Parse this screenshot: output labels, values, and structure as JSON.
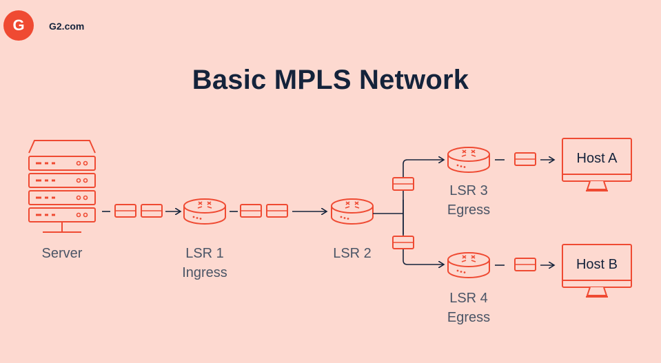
{
  "brand": {
    "logo_text": "G",
    "site": "G2.com"
  },
  "title": "Basic MPLS Network",
  "nodes": {
    "server": "Server",
    "lsr1_line1": "LSR 1",
    "lsr1_line2": "Ingress",
    "lsr2": "LSR 2",
    "lsr3_line1": "LSR 3",
    "lsr3_line2": "Egress",
    "lsr4_line1": "LSR 4",
    "lsr4_line2": "Egress",
    "host_a": "Host A",
    "host_b": "Host B"
  },
  "colors": {
    "background": "#fdd9d0",
    "accent": "#ef4a32",
    "dark": "#14233b",
    "label": "#4a5566"
  }
}
